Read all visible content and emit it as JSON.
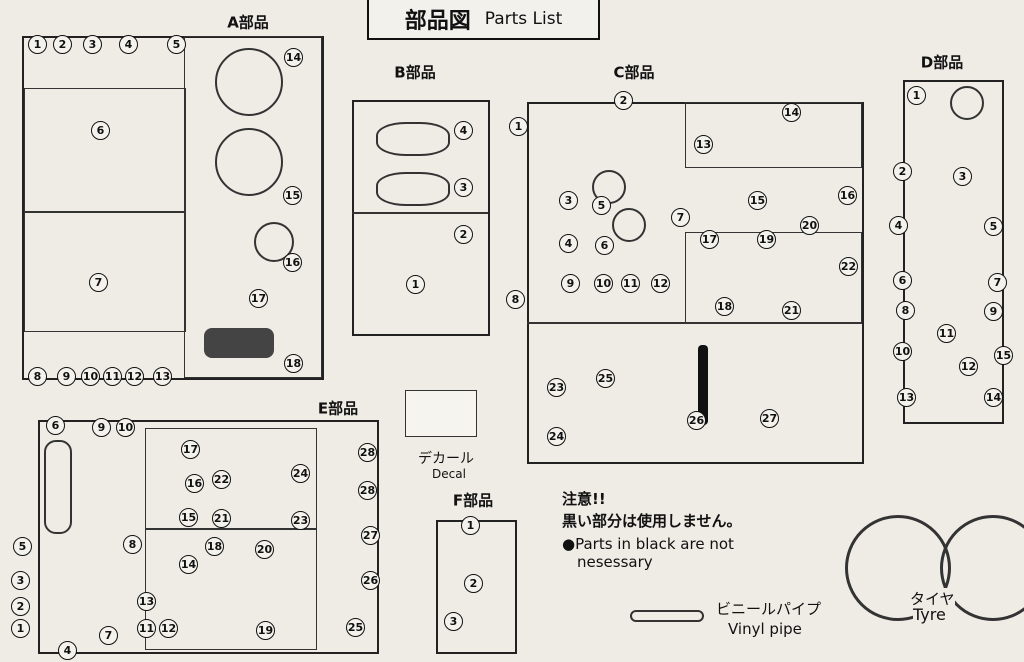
{
  "title": {
    "japanese": "部品図",
    "english": "Parts List"
  },
  "sections": {
    "A": {
      "label": "A部品",
      "parts": [
        "1",
        "2",
        "3",
        "4",
        "5",
        "14",
        "6",
        "15",
        "7",
        "16",
        "17",
        "8",
        "9",
        "10",
        "11",
        "12",
        "13",
        "18"
      ]
    },
    "B": {
      "label": "B部品",
      "parts": [
        "4",
        "3",
        "2",
        "1"
      ]
    },
    "C": {
      "label": "C部品",
      "parts": [
        "2",
        "1",
        "13",
        "14",
        "3",
        "5",
        "16",
        "15",
        "7",
        "20",
        "6",
        "4",
        "17",
        "19",
        "22",
        "9",
        "10",
        "11",
        "12",
        "18",
        "21",
        "8",
        "23",
        "25",
        "24",
        "26",
        "27"
      ]
    },
    "D": {
      "label": "D部品",
      "parts": [
        "1",
        "2",
        "3",
        "4",
        "5",
        "6",
        "7",
        "8",
        "9",
        "10",
        "11",
        "12",
        "15",
        "13",
        "14"
      ]
    },
    "E": {
      "label": "E部品",
      "parts": [
        "6",
        "9",
        "10",
        "17",
        "22",
        "24",
        "28",
        "16",
        "28",
        "21",
        "23",
        "15",
        "8",
        "27",
        "5",
        "18",
        "20",
        "3",
        "14",
        "26",
        "2",
        "13",
        "25",
        "1",
        "7",
        "11",
        "12",
        "19",
        "4"
      ]
    },
    "F": {
      "label": "F部品",
      "parts": [
        "1",
        "2",
        "3"
      ]
    }
  },
  "decal": {
    "japanese": "デカール",
    "english": "Decal"
  },
  "notice": {
    "heading": "注意!!",
    "japanese": "黒い部分は使用しません。",
    "english_line1": "●Parts in black are not",
    "english_line2": "nesessary"
  },
  "vinyl_pipe": {
    "japanese": "ビニールパイプ",
    "english": "Vinyl pipe"
  },
  "tyre": {
    "japanese": "タイヤ",
    "english": "Tyre"
  }
}
